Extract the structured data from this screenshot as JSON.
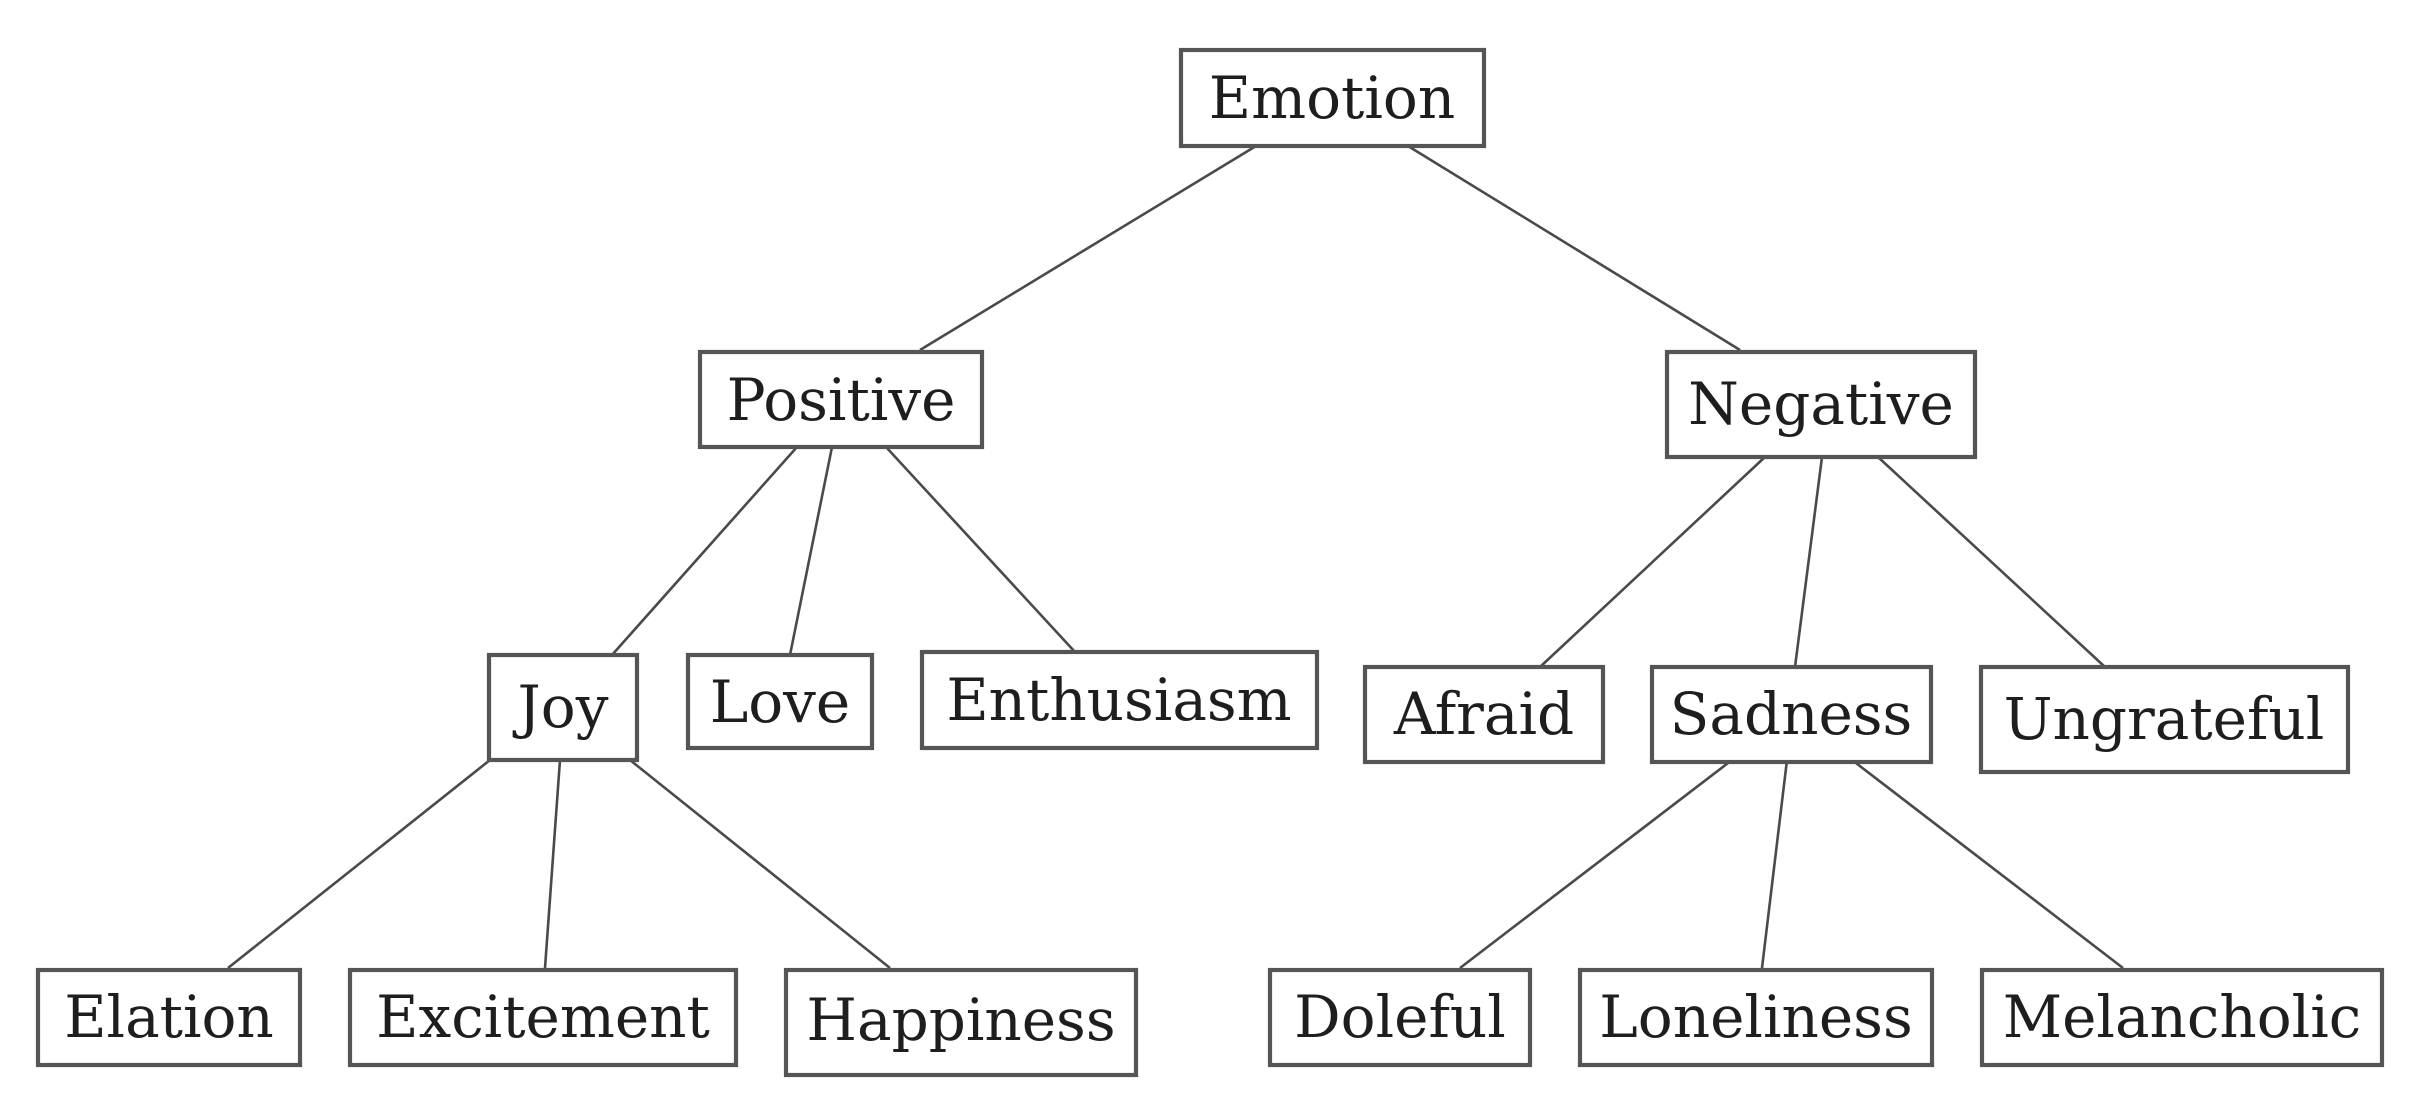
{
  "tree": {
    "label": "Emotion",
    "children": [
      {
        "label": "Positive",
        "children": [
          {
            "label": "Joy",
            "children": [
              {
                "label": "Elation"
              },
              {
                "label": "Excitement"
              },
              {
                "label": "Happiness"
              }
            ]
          },
          {
            "label": "Love"
          },
          {
            "label": "Enthusiasm"
          }
        ]
      },
      {
        "label": "Negative",
        "children": [
          {
            "label": "Afraid"
          },
          {
            "label": "Sadness",
            "children": [
              {
                "label": "Doleful"
              },
              {
                "label": "Loneliness"
              },
              {
                "label": "Melancholic"
              }
            ]
          },
          {
            "label": "Ungrateful"
          }
        ]
      }
    ]
  }
}
